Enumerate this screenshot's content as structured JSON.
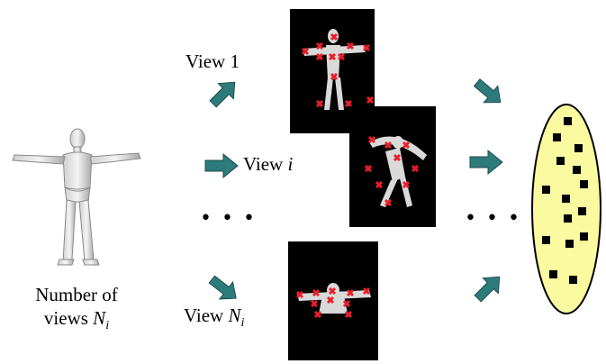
{
  "caption": {
    "line1": "Number of",
    "line2_prefix": "views ",
    "line2_var": "N",
    "line2_sub": "i"
  },
  "views": {
    "view1": {
      "prefix": "View ",
      "num": "1"
    },
    "viewi": {
      "prefix": "View ",
      "var": "i"
    },
    "viewN": {
      "prefix": "View ",
      "var": "N",
      "sub": "i"
    }
  },
  "ellipsis": {
    "left": "• • •",
    "right": "• • •"
  },
  "colors": {
    "arrow": "#2e7b7b",
    "ellipse_fill": "#fafaa0",
    "marker": "#e8202a",
    "panel_bg": "#000000"
  },
  "icons": [
    "human-figure-icon",
    "arrow-icon",
    "cross-marker-icon",
    "feature-square-icon"
  ]
}
